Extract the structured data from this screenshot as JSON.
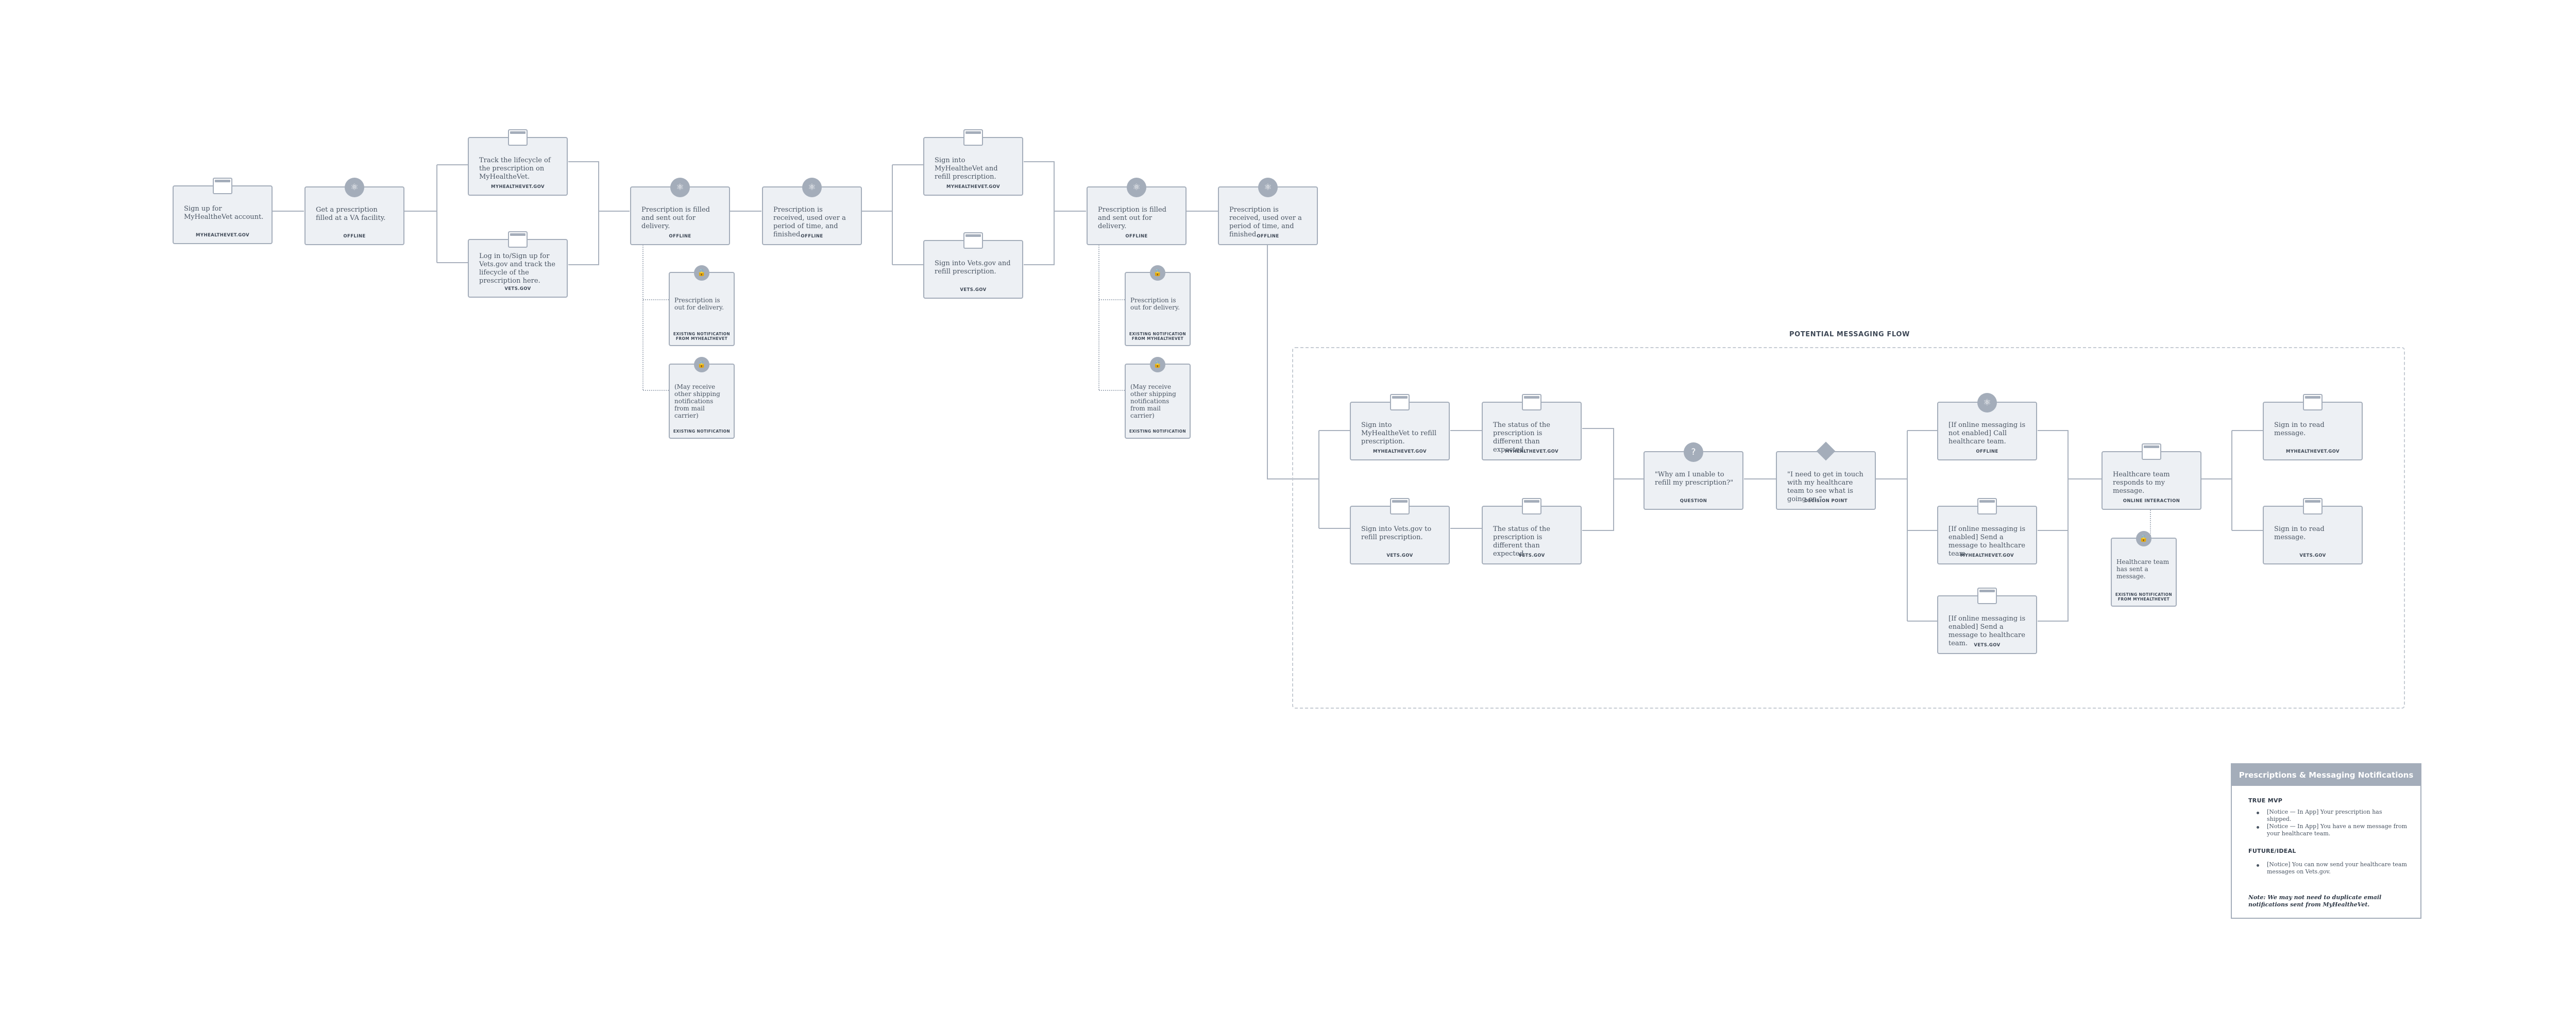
{
  "colors": {
    "card_bg": "#edf0f4",
    "card_border": "#a4adba",
    "connector": "#a9b1bd",
    "legend_header": "#a4adba",
    "text": "#4a5563"
  },
  "top_flow": {
    "n1": {
      "text": "Sign up for MyHealtheVet account.",
      "tag": "MYHEALTHEVET.GOV",
      "icon": "page-icon"
    },
    "n2": {
      "text": "Get a prescription filled at a VA facility.",
      "tag": "OFFLINE",
      "icon": "pill-icon"
    },
    "n3": {
      "text": "Track the lifecycle of the prescription on MyHealtheVet.",
      "tag": "MYHEALTHEVET.GOV",
      "icon": "page-icon"
    },
    "n4": {
      "text": "Log in to/Sign up for Vets.gov and track the lifecycle of the prescription here.",
      "tag": "VETS.GOV",
      "icon": "page-icon"
    },
    "n5": {
      "text": "Prescription is filled and sent out for delivery.",
      "tag": "OFFLINE",
      "icon": "pill-icon"
    },
    "n6": {
      "text": "Prescription is received, used over a period of time, and finished.",
      "tag": "OFFLINE",
      "icon": "pill-icon"
    },
    "n7": {
      "text": "Sign into MyHealtheVet and refill prescription.",
      "tag": "MYHEALTHEVET.GOV",
      "icon": "page-icon"
    },
    "n8": {
      "text": "Sign into Vets.gov and refill prescription.",
      "tag": "VETS.GOV",
      "icon": "page-icon"
    },
    "n9": {
      "text": "Prescription is filled and sent out for delivery.",
      "tag": "OFFLINE",
      "icon": "pill-icon"
    },
    "n10": {
      "text": "Prescription is received, used over a period of time, and finished.",
      "tag": "OFFLINE",
      "icon": "pill-icon"
    }
  },
  "notifications": {
    "a1": {
      "text": "Prescription is out for delivery.",
      "tag": "EXISTING NOTIFICATION FROM MYHEALTHEVET",
      "icon": "lock-icon"
    },
    "a2": {
      "text": "(May receive other shipping notifications from mail carrier)",
      "tag": "EXISTING NOTIFICATION",
      "icon": "lock-icon"
    },
    "b1": {
      "text": "Prescription is out for delivery.",
      "tag": "EXISTING NOTIFICATION FROM MYHEALTHEVET",
      "icon": "lock-icon"
    },
    "b2": {
      "text": "(May receive other shipping notifications from mail carrier)",
      "tag": "EXISTING NOTIFICATION",
      "icon": "lock-icon"
    }
  },
  "messaging_flow": {
    "title": "POTENTIAL MESSAGING FLOW",
    "m1": {
      "text": "Sign into MyHealtheVet to refill prescription.",
      "tag": "MYHEALTHEVET.GOV",
      "icon": "page-icon"
    },
    "m2": {
      "text": "Sign into Vets.gov to refill prescription.",
      "tag": "VETS.GOV",
      "icon": "page-icon"
    },
    "m3": {
      "text": "The status of the prescription is different than expected.",
      "tag": "MYHEALTHEVET.GOV",
      "icon": "page-icon"
    },
    "m4": {
      "text": "The status of the prescription is different than expected.",
      "tag": "VETS.GOV",
      "icon": "page-icon"
    },
    "m5": {
      "text": "\"Why am I unable to refill my prescription?\"",
      "tag": "QUESTION",
      "icon": "question-icon",
      "glyph": "?"
    },
    "m6": {
      "text": "\"I need to get in touch with my healthcare team to see what is going on.\"",
      "tag": "DECISION POINT",
      "icon": "diamond-icon"
    },
    "m7": {
      "text": "[If online messaging is not enabled] Call healthcare team.",
      "tag": "OFFLINE",
      "icon": "pill-icon"
    },
    "m8": {
      "text": "[If online messaging is enabled] Send a message to healthcare team.",
      "tag": "MYHEALTHEVET.GOV",
      "icon": "page-icon"
    },
    "m9": {
      "text": "[If online messaging is enabled] Send a message to healthcare team.",
      "tag": "VETS.GOV",
      "icon": "page-icon"
    },
    "m10": {
      "text": "Healthcare team responds to my message.",
      "tag": "ONLINE INTERACTION",
      "icon": "page-icon"
    },
    "m11": {
      "text": "Healthcare team has sent a message.",
      "tag": "EXISTING NOTIFICATION FROM MYHEALTHEVET",
      "icon": "lock-icon"
    },
    "m12": {
      "text": "Sign in to read message.",
      "tag": "MYHEALTHEVET.GOV",
      "icon": "page-icon"
    },
    "m13": {
      "text": "Sign in to read message.",
      "tag": "VETS.GOV",
      "icon": "page-icon"
    }
  },
  "legend": {
    "title": "Prescriptions & Messaging Notifications",
    "true_mvp_heading": "TRUE MVP",
    "true_mvp_items": [
      "[Notice — In App] Your prescription has shipped.",
      "[Notice — In App] You have a new message from your healthcare team."
    ],
    "future_heading": "FUTURE/IDEAL",
    "future_items": [
      "[Notice] You can now send your healthcare team messages on Vets.gov."
    ],
    "note": "Note: We may not need to duplicate email notifications sent from MyHealtheVet."
  }
}
